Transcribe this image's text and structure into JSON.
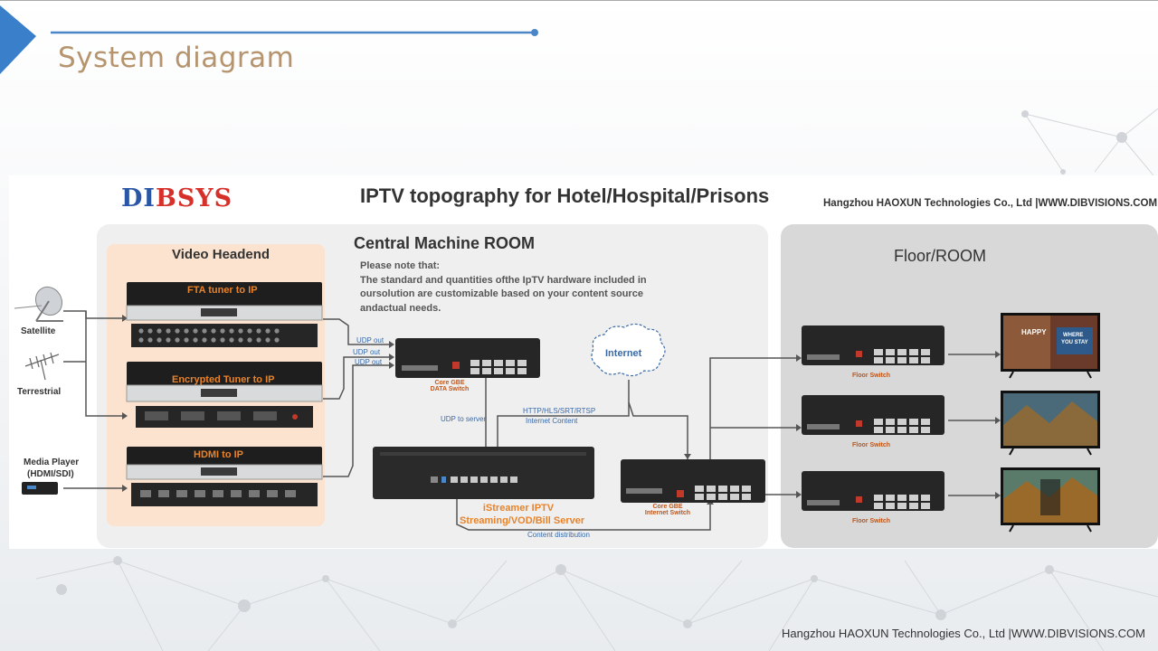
{
  "slide": {
    "title": "System diagram",
    "footer": "Hangzhou HAOXUN Technologies Co., Ltd |WWW.DIBVISIONS.COM"
  },
  "diagram": {
    "logo": "DIBSYS",
    "title": "IPTV topography for Hotel/Hospital/Prisons",
    "company": "Hangzhou HAOXUN Technologies Co., Ltd |WWW.DIBVISIONS.COM",
    "central_room": {
      "title": "Central Machine ROOM",
      "note": [
        "Please note that:",
        "The standard and quantities ofthe IpTV hardware included in",
        "oursolution are customizable based on your content source",
        "andactual needs."
      ]
    },
    "headend": {
      "title": "Video Headend",
      "devices": [
        "FTA tuner to IP",
        "Encrypted Tuner to IP",
        "HDMI to IP"
      ]
    },
    "sources": [
      "Satellite",
      "Terrestrial",
      "Media Player",
      "(HDMI/SDI)"
    ],
    "data_switch": [
      "Core GBE",
      "DATA Switch"
    ],
    "internet_switch": [
      "Core GBE",
      "Internet Switch"
    ],
    "internet": "Internet",
    "server": [
      "iStreamer IPTV",
      "Streaming/VOD/Bill Server"
    ],
    "flow_labels": {
      "udp_out": "UDP out",
      "udp_to_server": "UDP to server",
      "http_protocols": "HTTP/HLS/SRT/RTSP",
      "internet_content": "Internet Content",
      "content_distribution": "Content distribution"
    },
    "floor": {
      "title": "Floor/ROOM",
      "switch_label": "Floor Switch"
    },
    "tv_screen_text": {
      "title": "HAPPY",
      "promo": "WHERE",
      "promo2": "YOU STAY"
    }
  },
  "colors": {
    "title": "#b5946e",
    "accent_line": "#4a86c8",
    "headend_bg": "#fbe3cf",
    "room_bg": "#efefef",
    "floor_bg": "#d8d8d8",
    "label_blue": "#3a6aa8",
    "device_orange": "#e8832a",
    "logo_blue": "#2a56a6",
    "logo_red": "#d6302a"
  }
}
